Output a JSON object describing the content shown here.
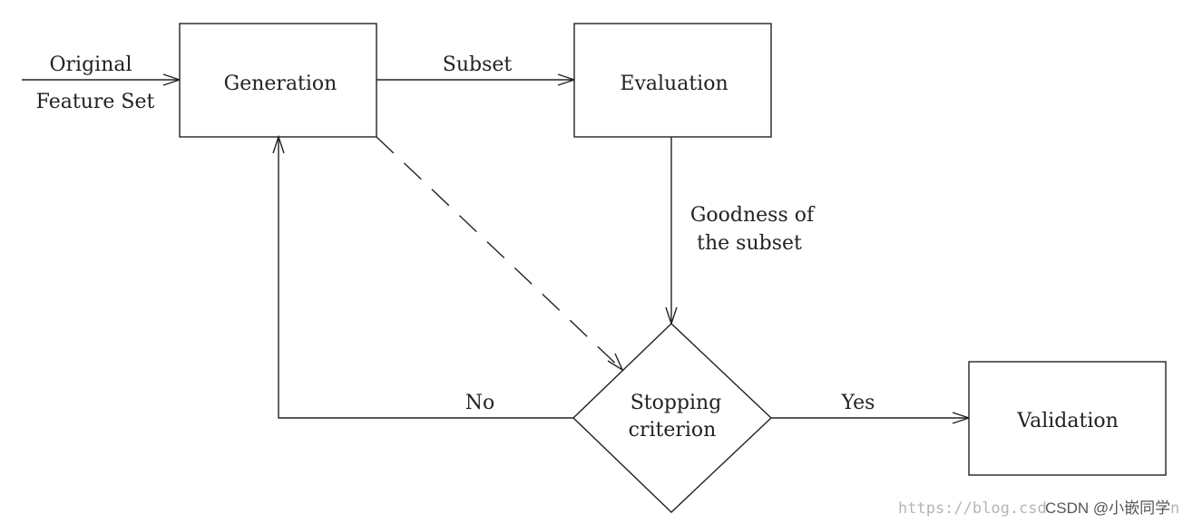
{
  "diagram": {
    "input_label_line1": "Original",
    "input_label_line2": "Feature Set",
    "nodes": {
      "generation": "Generation",
      "evaluation": "Evaluation",
      "stopping_line1": "Stopping",
      "stopping_line2": "criterion",
      "validation": "Validation"
    },
    "edges": {
      "subset": "Subset",
      "goodness_line1": "Goodness of",
      "goodness_line2": "the subset",
      "no": "No",
      "yes": "Yes"
    }
  },
  "watermark": {
    "url": "https://blog.csd",
    "tail": "n",
    "credit": "CSDN @小嵌同学"
  }
}
